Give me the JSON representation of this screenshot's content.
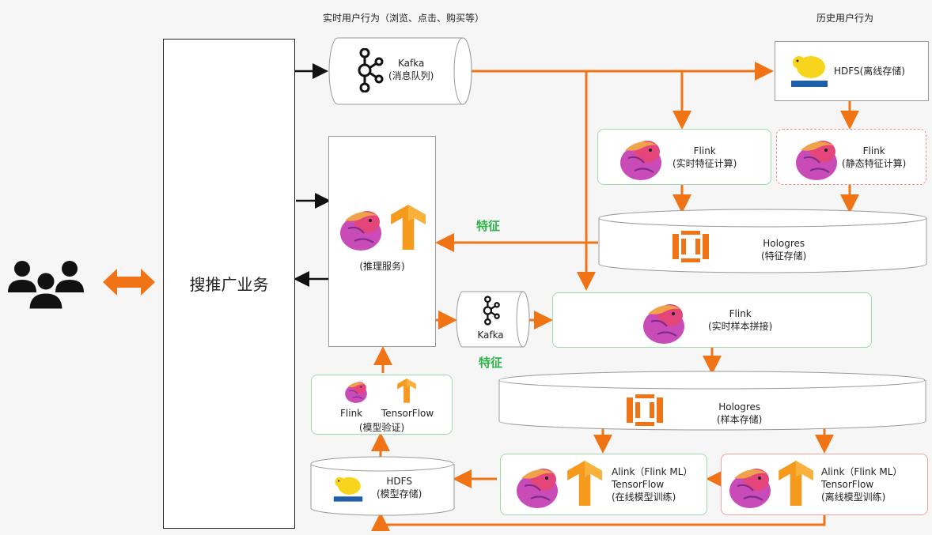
{
  "top_labels": {
    "realtime": "实时用户行为（浏览、点击、购买等）",
    "history": "历史用户行为"
  },
  "business": "搜推广业务",
  "kafka_top": {
    "name": "Kafka",
    "sub": "(消息队列)"
  },
  "hdfs_offline": {
    "name": "HDFS(离线存储)"
  },
  "flink_rt": {
    "name": "Flink",
    "sub": "(实时特征计算)"
  },
  "flink_static": {
    "name": "Flink",
    "sub": "(静态特征计算)"
  },
  "hologres_feat": {
    "name": "Hologres",
    "sub": "(特征存储)"
  },
  "inference": {
    "sub": "(推理服务)"
  },
  "feature_label_1": "特征",
  "feature_label_2": "特征",
  "kafka_mid": {
    "name": "Kafka"
  },
  "flink_sample": {
    "name": "Flink",
    "sub": "(实时样本拼接)"
  },
  "hologres_sample": {
    "name": "Hologres",
    "sub": "(样本存储)"
  },
  "validation": {
    "flink": "Flink",
    "tf": "TensorFlow",
    "sub": "(模型验证)"
  },
  "hdfs_model": {
    "name": "HDFS",
    "sub": "(模型存储)"
  },
  "online_train": {
    "l1": "Alink（Flink ML）",
    "l2": "TensorFlow",
    "sub": "(在线模型训练)"
  },
  "offline_train": {
    "l1": "Alink（Flink ML）",
    "l2": "TensorFlow",
    "sub": "(离线模型训练)"
  },
  "colors": {
    "arrow": "#f07316",
    "green_border": "#9ed9b0",
    "red_border": "#f2a0a0",
    "feature_text": "#2bb34a"
  },
  "icons": [
    "users-icon",
    "kafka-icon",
    "hadoop-icon",
    "flink-icon",
    "tensorflow-icon",
    "hologres-icon"
  ]
}
